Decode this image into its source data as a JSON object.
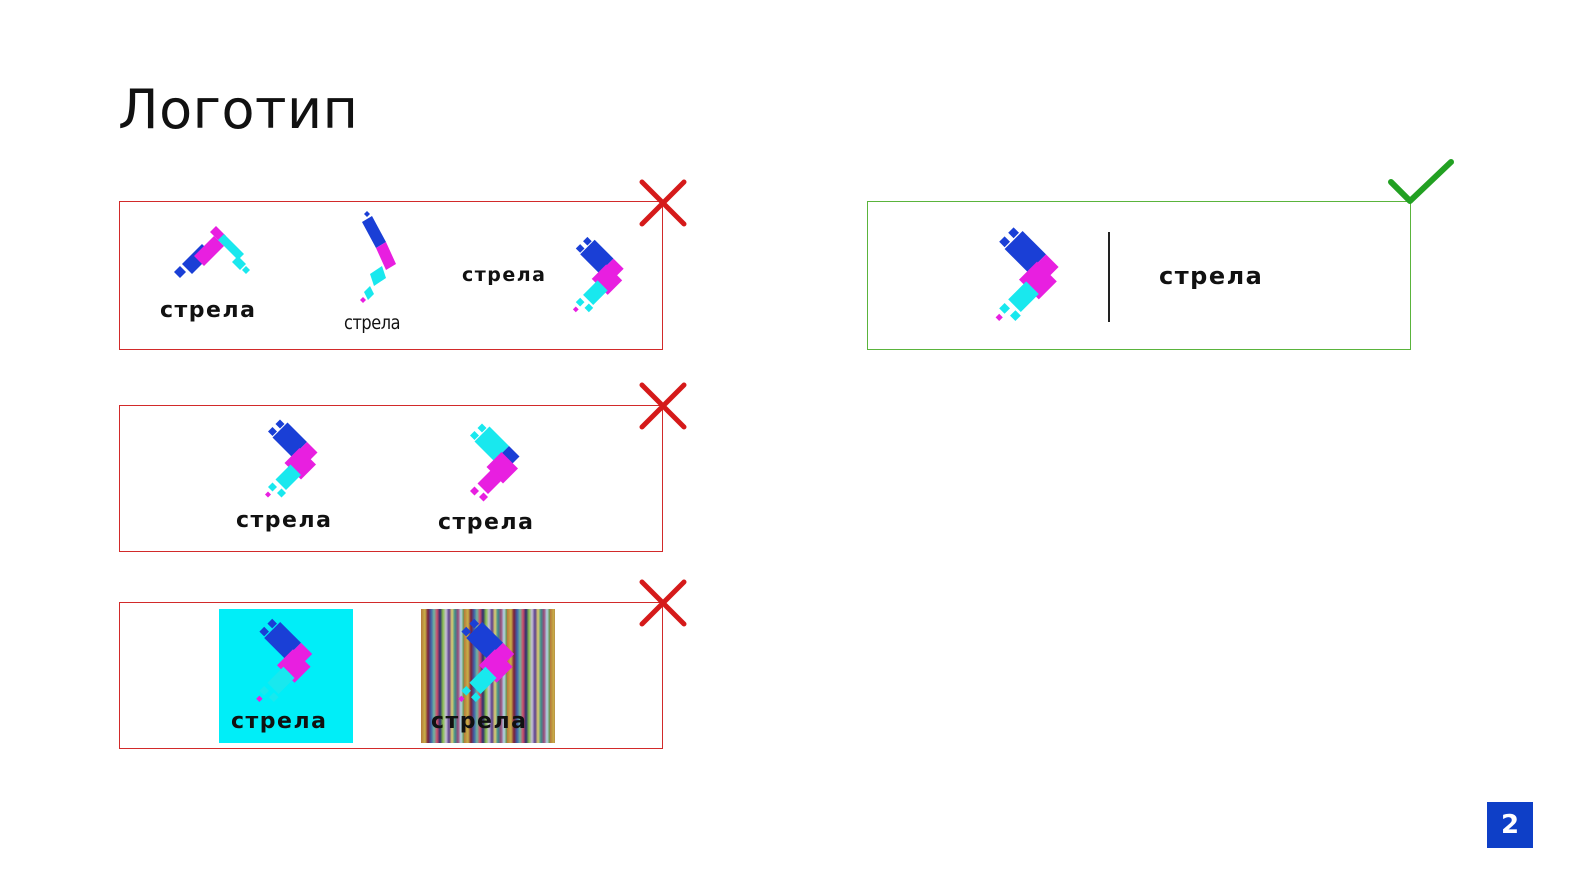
{
  "slide": {
    "title": "Логотип",
    "page_number": "2"
  },
  "brand": {
    "wordmark": "стрела",
    "colors": {
      "blue": "#1a3fd6",
      "magenta": "#e81fe0",
      "cyan": "#19e8ee",
      "bad": "#d22a2a",
      "good": "#5ab43c"
    }
  },
  "examples": [
    {
      "verdict": "incorrect",
      "icon": "cross-icon"
    },
    {
      "verdict": "incorrect",
      "icon": "cross-icon"
    },
    {
      "verdict": "incorrect",
      "icon": "cross-icon"
    },
    {
      "verdict": "correct",
      "icon": "checkmark-icon"
    }
  ]
}
